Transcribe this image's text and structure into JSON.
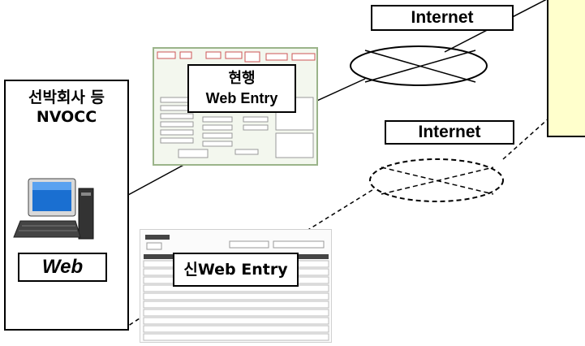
{
  "left_block": {
    "company_line1": "선박회사 등",
    "company_line2": "NVOCC",
    "web_label": "Web"
  },
  "current_system": {
    "label_line1": "현행",
    "label_line2": "Web Entry"
  },
  "new_system": {
    "label": "신Web Entry"
  },
  "network": {
    "internet_top": "Internet",
    "internet_middle": "Internet"
  },
  "colors": {
    "current_panel_bg": "#f3f7ee",
    "note_bg": "#ffffcc"
  }
}
